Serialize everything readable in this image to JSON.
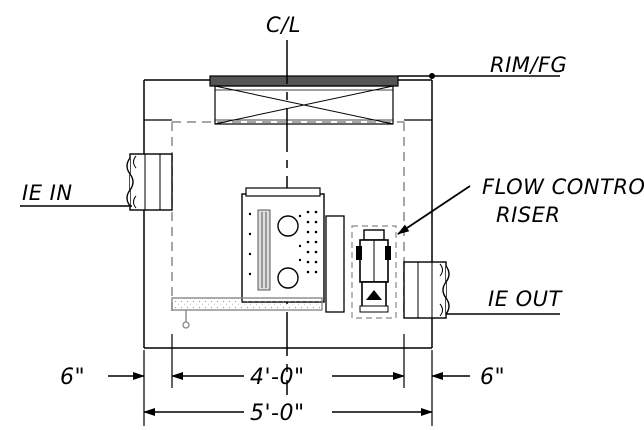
{
  "drawing": {
    "centerline_label": "C/L",
    "rim_label": "RIM/FG",
    "inlet_label": "IE IN",
    "outlet_label": "IE OUT",
    "riser_label_line1": "FLOW CONTROL",
    "riser_label_line2": "RISER",
    "dim_left": "6\"",
    "dim_inner": "4'-0\"",
    "dim_right": "6\"",
    "dim_overall": "5'-0\""
  }
}
